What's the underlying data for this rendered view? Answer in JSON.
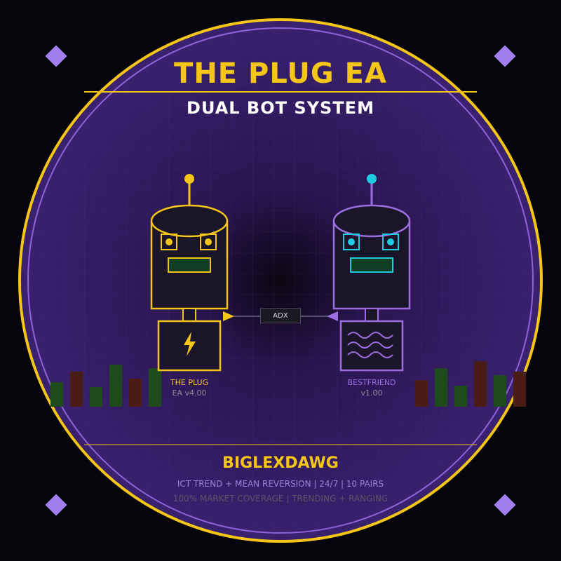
{
  "header": {
    "title": "THE PLUG EA",
    "subtitle": "DUAL BOT SYSTEM"
  },
  "bots": [
    {
      "name": "THE PLUG",
      "version": "EA v4.00",
      "icon": "lightning-bolt-icon",
      "color": "#f5c518",
      "eye_color": "#f5c518"
    },
    {
      "name": "BESTFRIEND",
      "version": "v1.00",
      "icon": "wave-icon",
      "color": "#9b6fe0",
      "eye_color": "#1ecbe1"
    }
  ],
  "connector": {
    "label": "ADX"
  },
  "footer": {
    "author": "BIGLEXDAWG",
    "tagline_1": "ICT TREND + MEAN REVERSION | 24/7 | 10 PAIRS",
    "tagline_2": "100% MARKET COVERAGE | TRENDING + RANGING"
  },
  "colors": {
    "gold": "#f5c518",
    "purple": "#9b6fe0",
    "cyan": "#1ecbe1",
    "background": "#07050c",
    "candle_green": "#1f4a1c",
    "candle_red": "#4a1c16"
  },
  "decorations": {
    "corner_icon": "diamond-icon"
  }
}
